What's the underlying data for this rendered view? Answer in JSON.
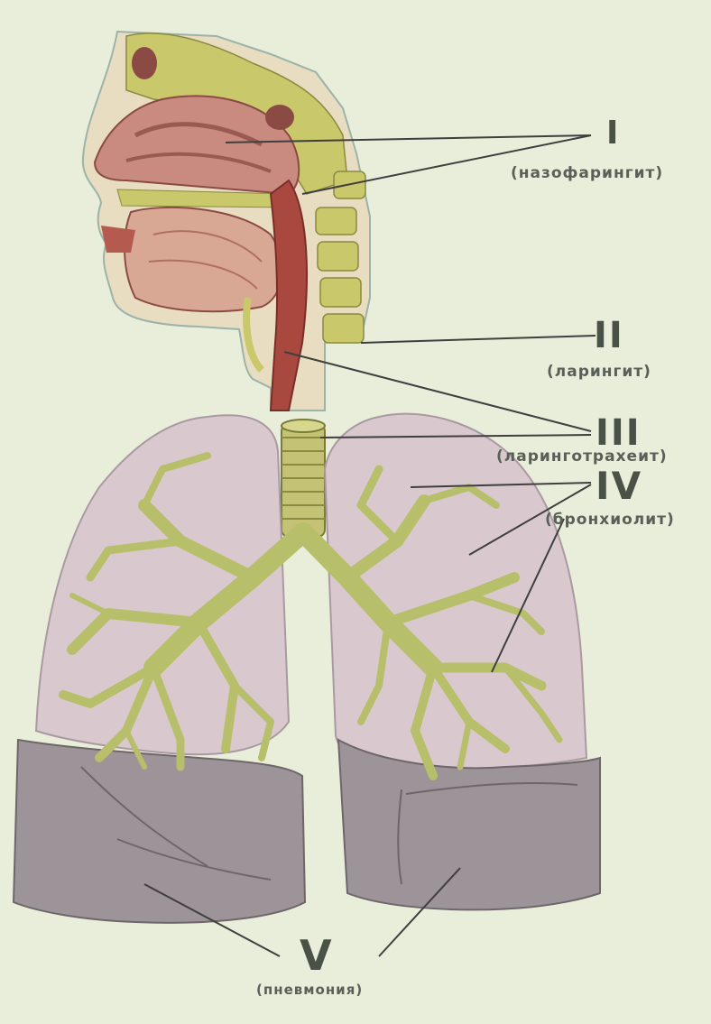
{
  "labels": [
    {
      "numeral": "I",
      "caption": "(назофарингит)"
    },
    {
      "numeral": "II",
      "caption": "(ларингит)"
    },
    {
      "numeral": "III",
      "caption": "(ларинготрахеит)"
    },
    {
      "numeral": "IV",
      "caption": "(бронхиолит)"
    },
    {
      "numeral": "V",
      "caption": "(пневмония)"
    }
  ],
  "colors": {
    "background": "#e9eedb",
    "label_text": "#4a5248",
    "leader_lines": "#3f3f3f",
    "lung_upper": "#d9c9cf",
    "lung_lower": "#9c9498",
    "bronchi": "#b8bf6a",
    "nasal_tissue": "#c98a80",
    "bone": "#c9c86a"
  }
}
